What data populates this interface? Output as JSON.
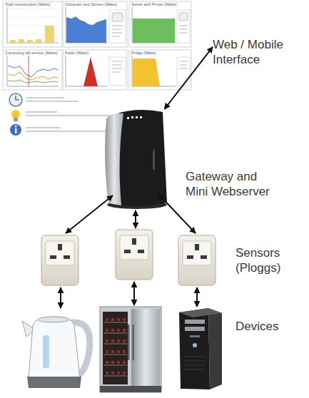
{
  "diagram": {
    "nodes": [
      {
        "text": [
          "Web / Mobile Interface"
        ]
      },
      {
        "text": [
          "Gateway and Mini Webserver"
        ]
      }
    ],
    "edges": [
      {
        "from": 1,
        "to": 0,
        "arrow": "both"
      }
    ],
    "labels": [
      "Total consumption (Watts)",
      "Computer and Screen (Watts)",
      "Server and Printer (Watts)",
      "Computing lab service (Watts)",
      "Kettle (Watts)",
      "Fridge (Watts)",
      "Sensors (Ploggs)",
      "Devices"
    ]
  }
}
